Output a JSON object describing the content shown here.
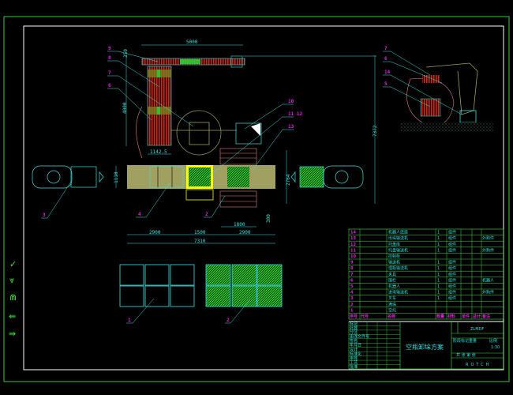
{
  "colors": {
    "background": "#000000",
    "frame": "#ffffff",
    "cad_border": "#40c040",
    "dimension": "#40e0e0",
    "balloon": "#e020e0",
    "hatch": "#30c030",
    "conveyor": "#a0a060",
    "gripper": "#ffff00",
    "table_line": "#40e040"
  },
  "toolbar": {
    "icons": [
      "check-icon",
      "pen-icon",
      "arch-icon",
      "arrow-left-icon",
      "arrow-right-icon"
    ]
  },
  "dimensions": {
    "top_width": "5000",
    "top_height": "350",
    "left_height": "4000",
    "cell_width": "1142.5",
    "right_height": "7372",
    "conveyor_height": "2764",
    "left_conv": "1110",
    "bottom_a": "2900",
    "bottom_b": "1500",
    "bottom_c": "2900",
    "bottom_total": "7310",
    "pallet_width": "1800",
    "offset": "300"
  },
  "balloons": {
    "b9": "9",
    "b8": "8",
    "b7": "7",
    "b6": "6",
    "b10": "10",
    "b11": "11 12",
    "b13": "13",
    "b4": "4",
    "b2": "2",
    "b3": "3",
    "b1": "1",
    "b2b": "2",
    "r7": "7",
    "r6": "6",
    "r14": "14",
    "r5": "5"
  },
  "parts_table": {
    "rows": [
      {
        "no": "14",
        "name": "机器人底座",
        "qty": "1",
        "mat": "组件",
        "note": ""
      },
      {
        "no": "13",
        "name": "出垛输送机",
        "qty": "1",
        "mat": "组件",
        "note": "外购件"
      },
      {
        "no": "12",
        "name": "托盘库",
        "qty": "1",
        "mat": "组件",
        "note": ""
      },
      {
        "no": "11",
        "name": "托盘输送机",
        "qty": "1",
        "mat": "组件",
        "note": "外购件"
      },
      {
        "no": "10",
        "name": "控制柜",
        "qty": "",
        "mat": "",
        "note": ""
      },
      {
        "no": "9",
        "name": "输送机",
        "qty": "1",
        "mat": "组件",
        "note": ""
      },
      {
        "no": "8",
        "name": "理瓶输送机",
        "qty": "1",
        "mat": "组件",
        "note": ""
      },
      {
        "no": "7",
        "name": "夹具",
        "qty": "1",
        "mat": "组件",
        "note": ""
      },
      {
        "no": "6",
        "name": "围栏",
        "qty": "1",
        "mat": "组件",
        "note": "机器人"
      },
      {
        "no": "5",
        "name": "机器人",
        "qty": "1",
        "mat": "组件",
        "note": ""
      },
      {
        "no": "4",
        "name": "进垛输送机",
        "qty": "1",
        "mat": "组件",
        "note": "外购件"
      },
      {
        "no": "3",
        "name": "叉车",
        "qty": "1",
        "mat": "组件",
        "note": ""
      },
      {
        "no": "2",
        "name": "满垛",
        "qty": "",
        "mat": "",
        "note": ""
      },
      {
        "no": "1",
        "name": "空托",
        "qty": "",
        "mat": "",
        "note": ""
      }
    ],
    "headers": [
      "序号",
      "代号",
      "名称",
      "数量",
      "材料",
      "单件",
      "总计",
      "备注"
    ]
  },
  "title_block": {
    "title": "空瓶卸垛方案",
    "code": "ZLMDF",
    "scale": "1:30",
    "company": "ROTCH",
    "sheet": "共 张 第 张",
    "weight_label": "重量",
    "scale_label": "比例",
    "stage": "阶段标记",
    "left_rows": [
      "标记",
      "处数",
      "分区",
      "更改文件号",
      "签名",
      "年月日",
      "设计",
      "标准化",
      "审核",
      "工艺",
      "批准"
    ]
  }
}
